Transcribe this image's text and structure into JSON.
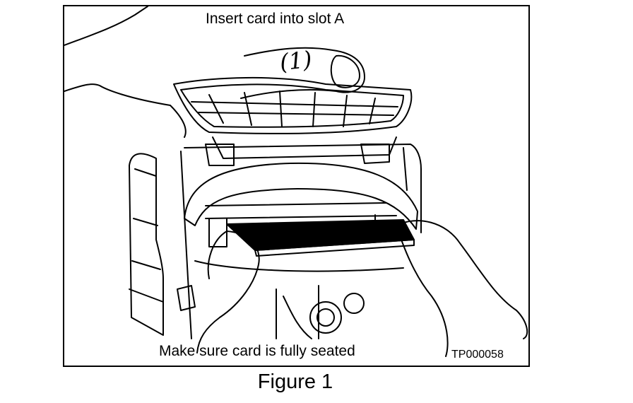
{
  "labels": {
    "top_instruction": "Insert card into slot A",
    "bottom_instruction": "Make sure card is fully seated",
    "figure_id": "TP000058",
    "step_marker": "(1)"
  },
  "caption": "Figure 1"
}
